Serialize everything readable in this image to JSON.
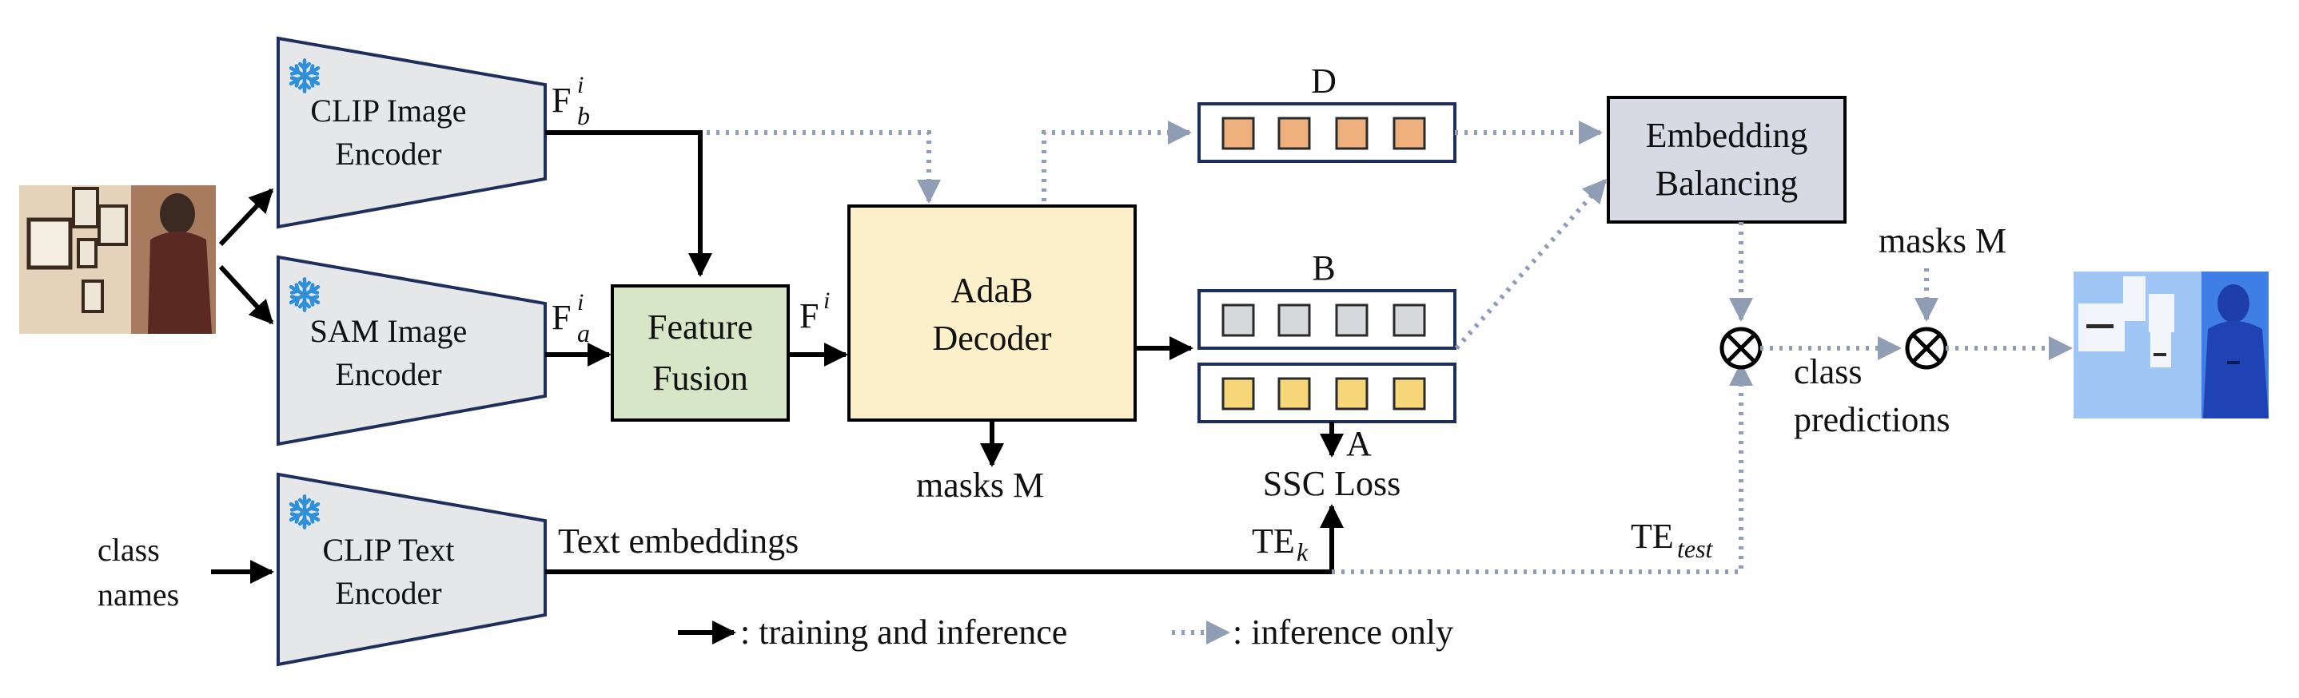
{
  "encoders": {
    "clip_image": {
      "label_line1": "CLIP Image",
      "label_line2": "Encoder",
      "frozen_icon": "snowflake-icon"
    },
    "sam_image": {
      "label_line1": "SAM Image",
      "label_line2": "Encoder",
      "frozen_icon": "snowflake-icon"
    },
    "clip_text": {
      "label_line1": "CLIP Text",
      "label_line2": "Encoder",
      "frozen_icon": "snowflake-icon"
    }
  },
  "features": {
    "fb": {
      "base": "F",
      "sup": "i",
      "sub": "b"
    },
    "fa": {
      "base": "F",
      "sup": "i",
      "sub": "a"
    },
    "fi": {
      "base": "F",
      "sup": "i"
    }
  },
  "feature_fusion": {
    "line1": "Feature",
    "line2": "Fusion"
  },
  "decoder": {
    "line1": "AdaB",
    "line2": "Decoder"
  },
  "embedding_balancing": {
    "line1": "Embedding",
    "line2": "Balancing"
  },
  "tokens": {
    "d_label": "D",
    "b_label": "B",
    "d_color": "#eeb07d",
    "b_color": "#d7d8dc",
    "a_color": "#f5d77a",
    "count": 4
  },
  "labels": {
    "masks_decoder": "masks M",
    "masks_right": "masks M",
    "a": "A",
    "ssc_loss": "SSC Loss",
    "te_k_base": "TE",
    "te_k_sub": "k",
    "te_test_base": "TE",
    "te_test_sub": "test",
    "text_embeddings": "Text embeddings",
    "class_names_line1": "class",
    "class_names_line2": "names",
    "class_predictions_line1": "class",
    "class_predictions_line2": "predictions"
  },
  "legend": {
    "solid": ": training and inference",
    "dotted": ": inference only"
  },
  "colors": {
    "encoder_fill": "#e6e7e9",
    "encoder_stroke": "#1f2f5c",
    "fusion_fill": "#d6e6c6",
    "decoder_fill": "#fbf0c9",
    "balancing_fill": "#d7dae2",
    "dotted_stroke": "#8f9db5",
    "snowflake": "#2f8fd8"
  }
}
